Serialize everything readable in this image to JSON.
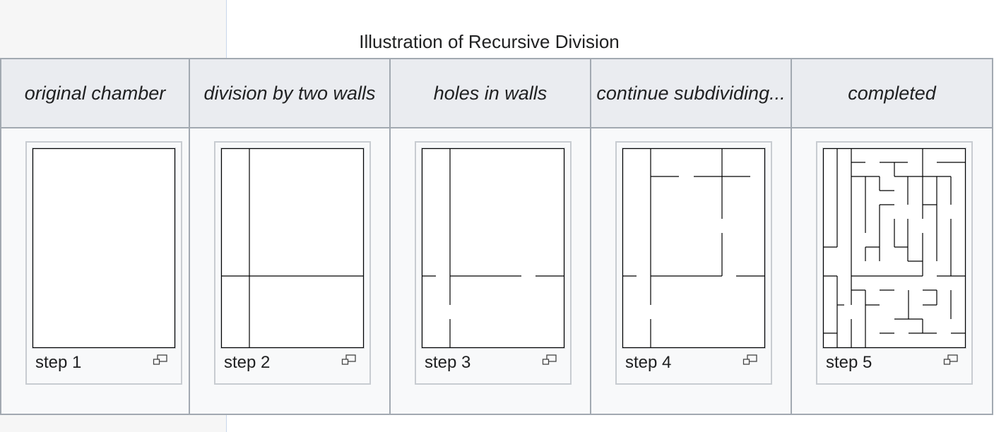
{
  "table": {
    "caption": "Illustration of Recursive Division",
    "columns": [
      {
        "header": "original chamber",
        "step": "step 1"
      },
      {
        "header": "division by two walls",
        "step": "step 2"
      },
      {
        "header": "holes in walls",
        "step": "step 3"
      },
      {
        "header": "continue subdividing...",
        "step": "step 4"
      },
      {
        "header": "completed",
        "step": "step 5"
      }
    ],
    "enlarge_icon": "magnify-clip-icon"
  },
  "colors": {
    "header_bg": "#eaecf0",
    "cell_bg": "#f8f9fa",
    "border": "#a2a9b1",
    "wall": "#000000"
  }
}
